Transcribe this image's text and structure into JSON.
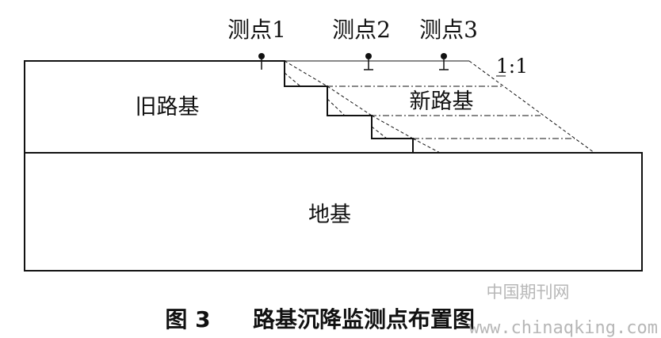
{
  "labels": {
    "point1": "测点1",
    "point2": "测点2",
    "point3": "测点3",
    "slope": "1:1",
    "old_roadbed": "旧路基",
    "new_roadbed": "新路基",
    "foundation": "地基"
  },
  "caption": {
    "figure_number": "图 3",
    "title": "路基沉降监测点布置图"
  },
  "watermark": {
    "name": "中国期刊网",
    "url": "www.chinaqking.com"
  },
  "colors": {
    "line": "#111111",
    "watermark": "#b7b7b7"
  }
}
